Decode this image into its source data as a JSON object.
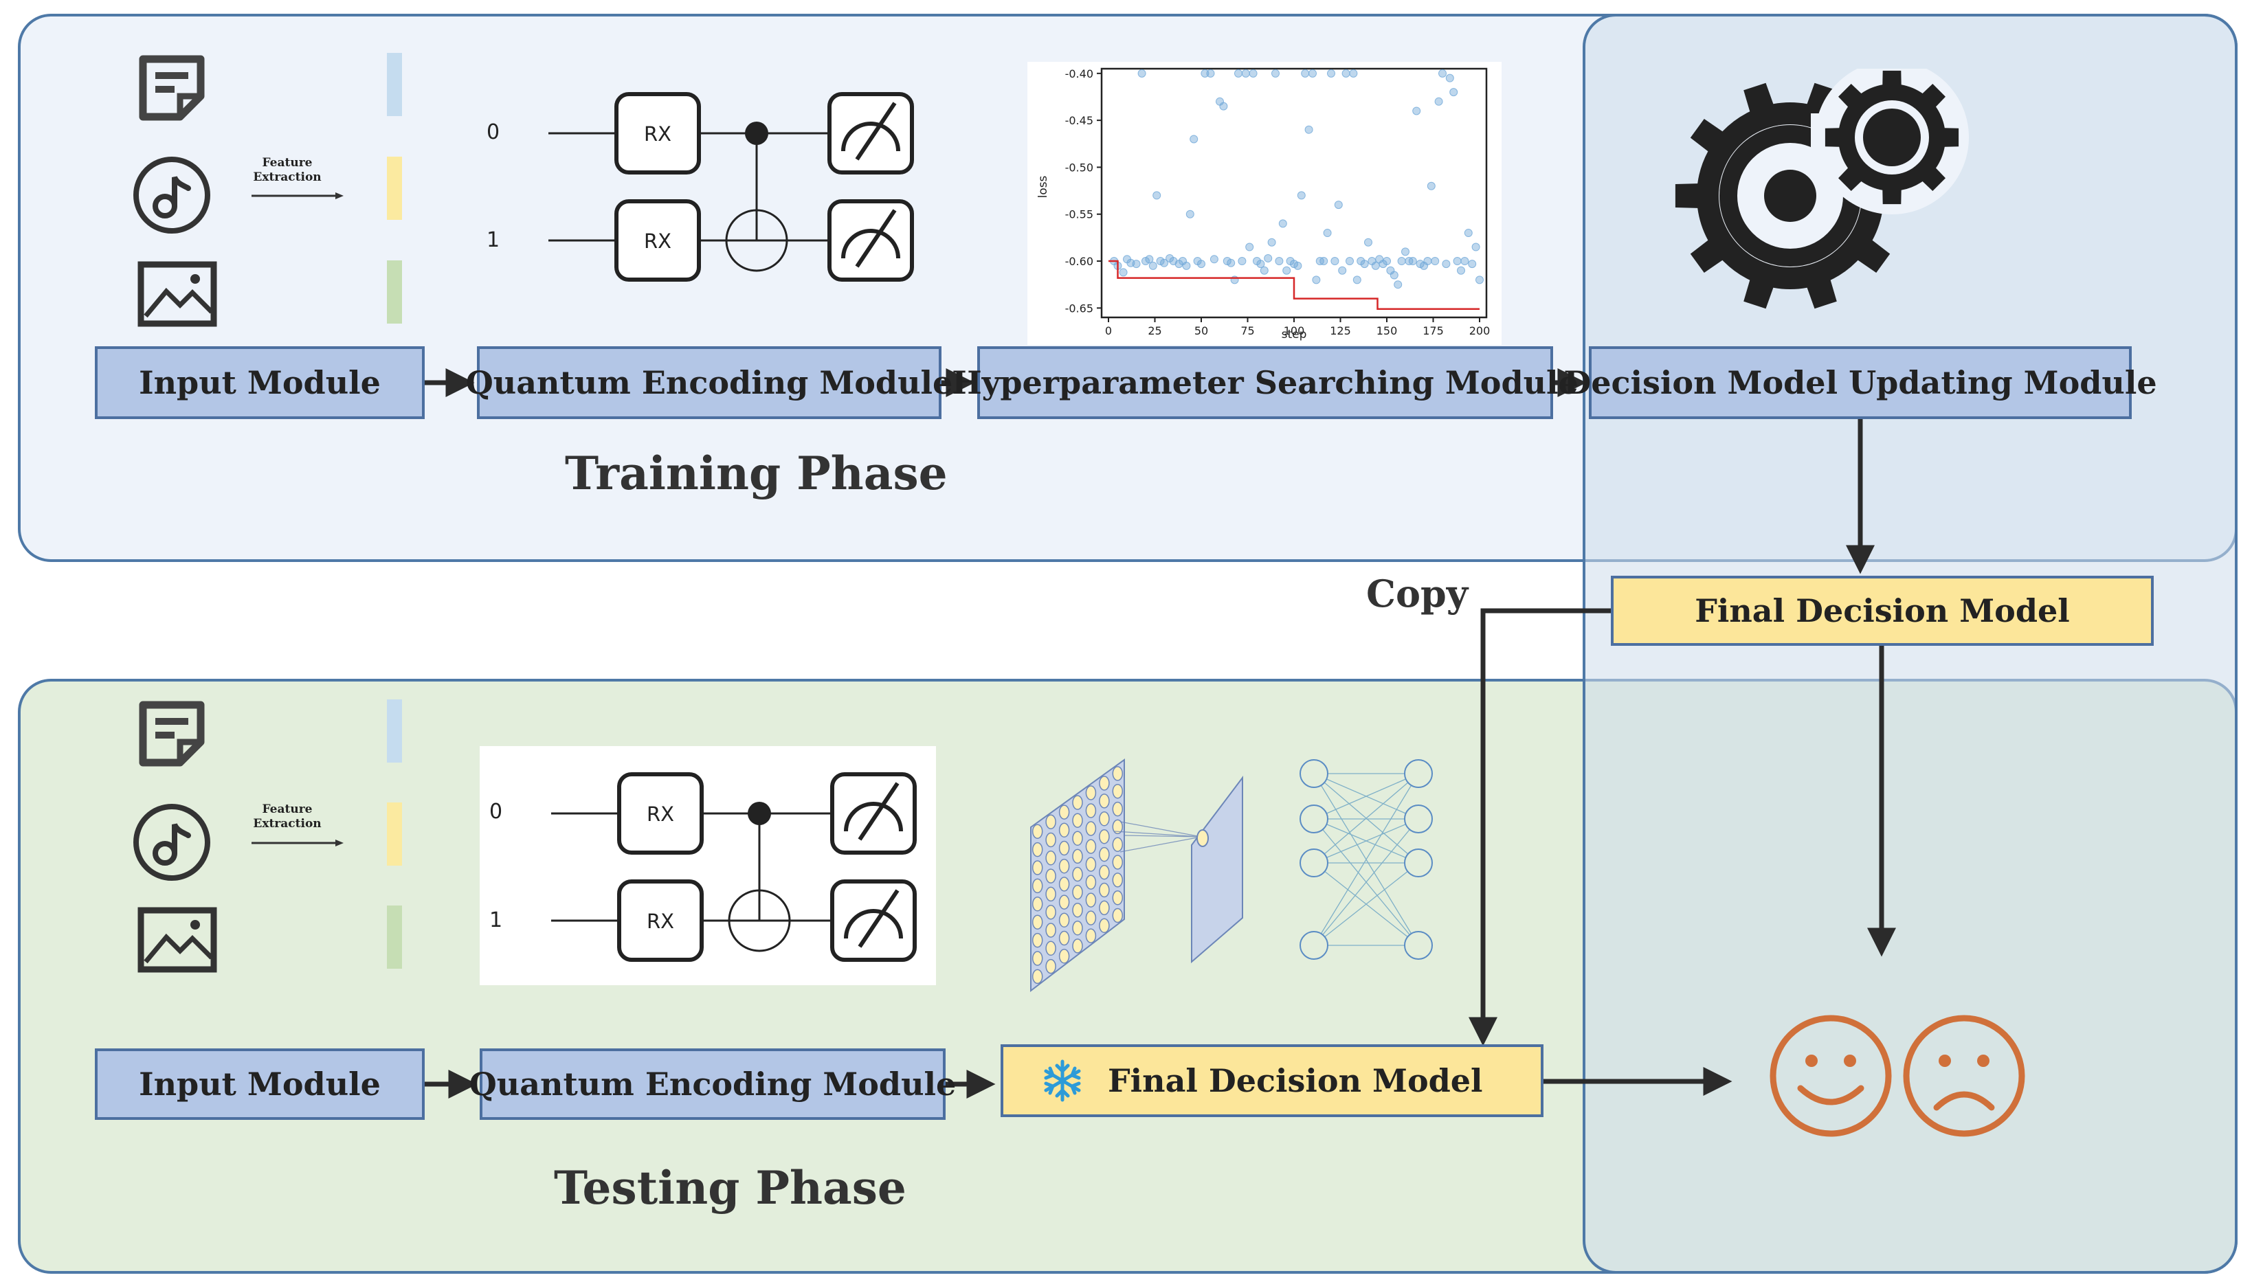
{
  "training": {
    "phase_label": "Training Phase",
    "input_module": "Input Module",
    "encoding_module": "Quantum Encoding Module",
    "hyperparam_module": "Hyperparameter Searching Module",
    "decision_update_module": "Decision Model Updating Module",
    "feature_extraction": "Feature\nExtraction"
  },
  "final_decision_model": "Final Decision Model",
  "copy_label": "Copy",
  "testing": {
    "phase_label": "Testing Phase",
    "input_module": "Input Module",
    "encoding_module": "Quantum Encoding Module",
    "frozen_model": "Final Decision Model",
    "feature_extraction": "Feature\nExtraction"
  },
  "circuit": {
    "qubit0": "0",
    "qubit1": "1",
    "gate": "RX"
  },
  "colors": {
    "training_bg": "#eef3fa",
    "testing_bg": "#e3eedc",
    "right_bg": "#e2ebf4",
    "module_blue": "#b3c6e6",
    "decision_yellow": "#fce69a",
    "border_blue": "#4e79a7",
    "smiley_orange": "#d0703a",
    "loss_line_red": "#d62728",
    "scatter_blue": "#6fa7d8",
    "bar_blue": "#c5dcef",
    "bar_yellow": "#fbeaa0",
    "bar_green": "#c6deb4"
  },
  "icons": [
    "document-icon",
    "music-note-icon",
    "image-icon",
    "gear-icon",
    "snowflake-icon",
    "smiley-face-icon",
    "sad-face-icon",
    "measurement-meter-icon",
    "cnn-layer-icon",
    "neural-network-icon"
  ],
  "chart_data": {
    "type": "scatter",
    "xlabel": "step",
    "ylabel": "loss",
    "xlim": [
      0,
      200
    ],
    "ylim": [
      -0.66,
      -0.395
    ],
    "xticks": [
      "0",
      "25",
      "50",
      "75",
      "100",
      "125",
      "150",
      "175",
      "200"
    ],
    "yticks": [
      "-0.40",
      "-0.45",
      "-0.50",
      "-0.55",
      "-0.60",
      "-0.65"
    ],
    "series": [
      {
        "type": "scatter",
        "points": [
          [
            3,
            -0.6
          ],
          [
            5,
            -0.605
          ],
          [
            8,
            -0.612
          ],
          [
            10,
            -0.598
          ],
          [
            12,
            -0.602
          ],
          [
            15,
            -0.603
          ],
          [
            18,
            -0.4
          ],
          [
            20,
            -0.6
          ],
          [
            22,
            -0.598
          ],
          [
            24,
            -0.605
          ],
          [
            26,
            -0.53
          ],
          [
            28,
            -0.6
          ],
          [
            30,
            -0.602
          ],
          [
            33,
            -0.597
          ],
          [
            35,
            -0.6
          ],
          [
            38,
            -0.603
          ],
          [
            40,
            -0.6
          ],
          [
            42,
            -0.605
          ],
          [
            44,
            -0.55
          ],
          [
            46,
            -0.47
          ],
          [
            48,
            -0.6
          ],
          [
            50,
            -0.603
          ],
          [
            52,
            -0.4
          ],
          [
            55,
            -0.4
          ],
          [
            57,
            -0.598
          ],
          [
            60,
            -0.43
          ],
          [
            62,
            -0.435
          ],
          [
            64,
            -0.6
          ],
          [
            66,
            -0.602
          ],
          [
            68,
            -0.62
          ],
          [
            70,
            -0.4
          ],
          [
            72,
            -0.6
          ],
          [
            74,
            -0.4
          ],
          [
            76,
            -0.585
          ],
          [
            78,
            -0.4
          ],
          [
            80,
            -0.6
          ],
          [
            82,
            -0.603
          ],
          [
            84,
            -0.61
          ],
          [
            86,
            -0.597
          ],
          [
            88,
            -0.58
          ],
          [
            90,
            -0.4
          ],
          [
            92,
            -0.6
          ],
          [
            94,
            -0.56
          ],
          [
            96,
            -0.61
          ],
          [
            98,
            -0.6
          ],
          [
            100,
            -0.603
          ],
          [
            102,
            -0.605
          ],
          [
            104,
            -0.53
          ],
          [
            106,
            -0.4
          ],
          [
            108,
            -0.46
          ],
          [
            110,
            -0.4
          ],
          [
            112,
            -0.62
          ],
          [
            114,
            -0.6
          ],
          [
            116,
            -0.6
          ],
          [
            118,
            -0.57
          ],
          [
            120,
            -0.4
          ],
          [
            122,
            -0.6
          ],
          [
            124,
            -0.54
          ],
          [
            126,
            -0.61
          ],
          [
            128,
            -0.4
          ],
          [
            130,
            -0.6
          ],
          [
            132,
            -0.4
          ],
          [
            134,
            -0.62
          ],
          [
            136,
            -0.6
          ],
          [
            138,
            -0.603
          ],
          [
            140,
            -0.58
          ],
          [
            142,
            -0.6
          ],
          [
            144,
            -0.605
          ],
          [
            146,
            -0.598
          ],
          [
            148,
            -0.603
          ],
          [
            150,
            -0.6
          ],
          [
            152,
            -0.61
          ],
          [
            154,
            -0.615
          ],
          [
            156,
            -0.625
          ],
          [
            158,
            -0.6
          ],
          [
            160,
            -0.59
          ],
          [
            162,
            -0.6
          ],
          [
            164,
            -0.6
          ],
          [
            166,
            -0.44
          ],
          [
            168,
            -0.603
          ],
          [
            170,
            -0.605
          ],
          [
            172,
            -0.6
          ],
          [
            174,
            -0.52
          ],
          [
            176,
            -0.6
          ],
          [
            178,
            -0.43
          ],
          [
            180,
            -0.4
          ],
          [
            182,
            -0.603
          ],
          [
            184,
            -0.405
          ],
          [
            186,
            -0.42
          ],
          [
            188,
            -0.6
          ],
          [
            190,
            -0.61
          ],
          [
            192,
            -0.6
          ],
          [
            194,
            -0.57
          ],
          [
            196,
            -0.603
          ],
          [
            198,
            -0.585
          ],
          [
            200,
            -0.62
          ]
        ]
      },
      {
        "type": "step",
        "points": [
          [
            0,
            -0.6
          ],
          [
            5,
            -0.6
          ],
          [
            5,
            -0.618
          ],
          [
            100,
            -0.618
          ],
          [
            100,
            -0.64
          ],
          [
            145,
            -0.64
          ],
          [
            145,
            -0.651
          ],
          [
            200,
            -0.651
          ]
        ]
      }
    ]
  }
}
